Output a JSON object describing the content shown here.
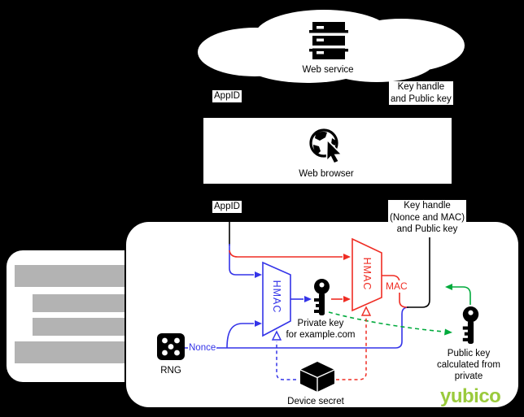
{
  "colors": {
    "background": "#000000",
    "accent_blue": "#3434e8",
    "accent_red": "#ef2d24",
    "accent_green": "#00aa3c",
    "logo_green": "#9aca3c",
    "connector_gray": "#b3b3b3"
  },
  "cloud": {
    "label": "Web service"
  },
  "top_flow": {
    "appid_label": "AppID",
    "keyhandle": {
      "line1": "Key handle",
      "line2": "and Public key"
    }
  },
  "browser": {
    "label": "Web browser"
  },
  "mid_flow": {
    "appid_label": "AppID",
    "keyhandle": {
      "line1": "Key handle",
      "line2": "(Nonce and MAC)",
      "line3": "and Public key"
    }
  },
  "device": {
    "hmac_blue_label": "HMAC",
    "hmac_red_label": "HMAC",
    "nonce_label": "Nonce",
    "mac_label": "MAC",
    "rng_label": "RNG",
    "private_key": {
      "line1": "Private key",
      "line2": "for example.com"
    },
    "public_key": {
      "line1": "Public key",
      "line2": "calculated from",
      "line3": "private"
    },
    "device_secret_label": "Device secret",
    "logo": "yubico"
  }
}
